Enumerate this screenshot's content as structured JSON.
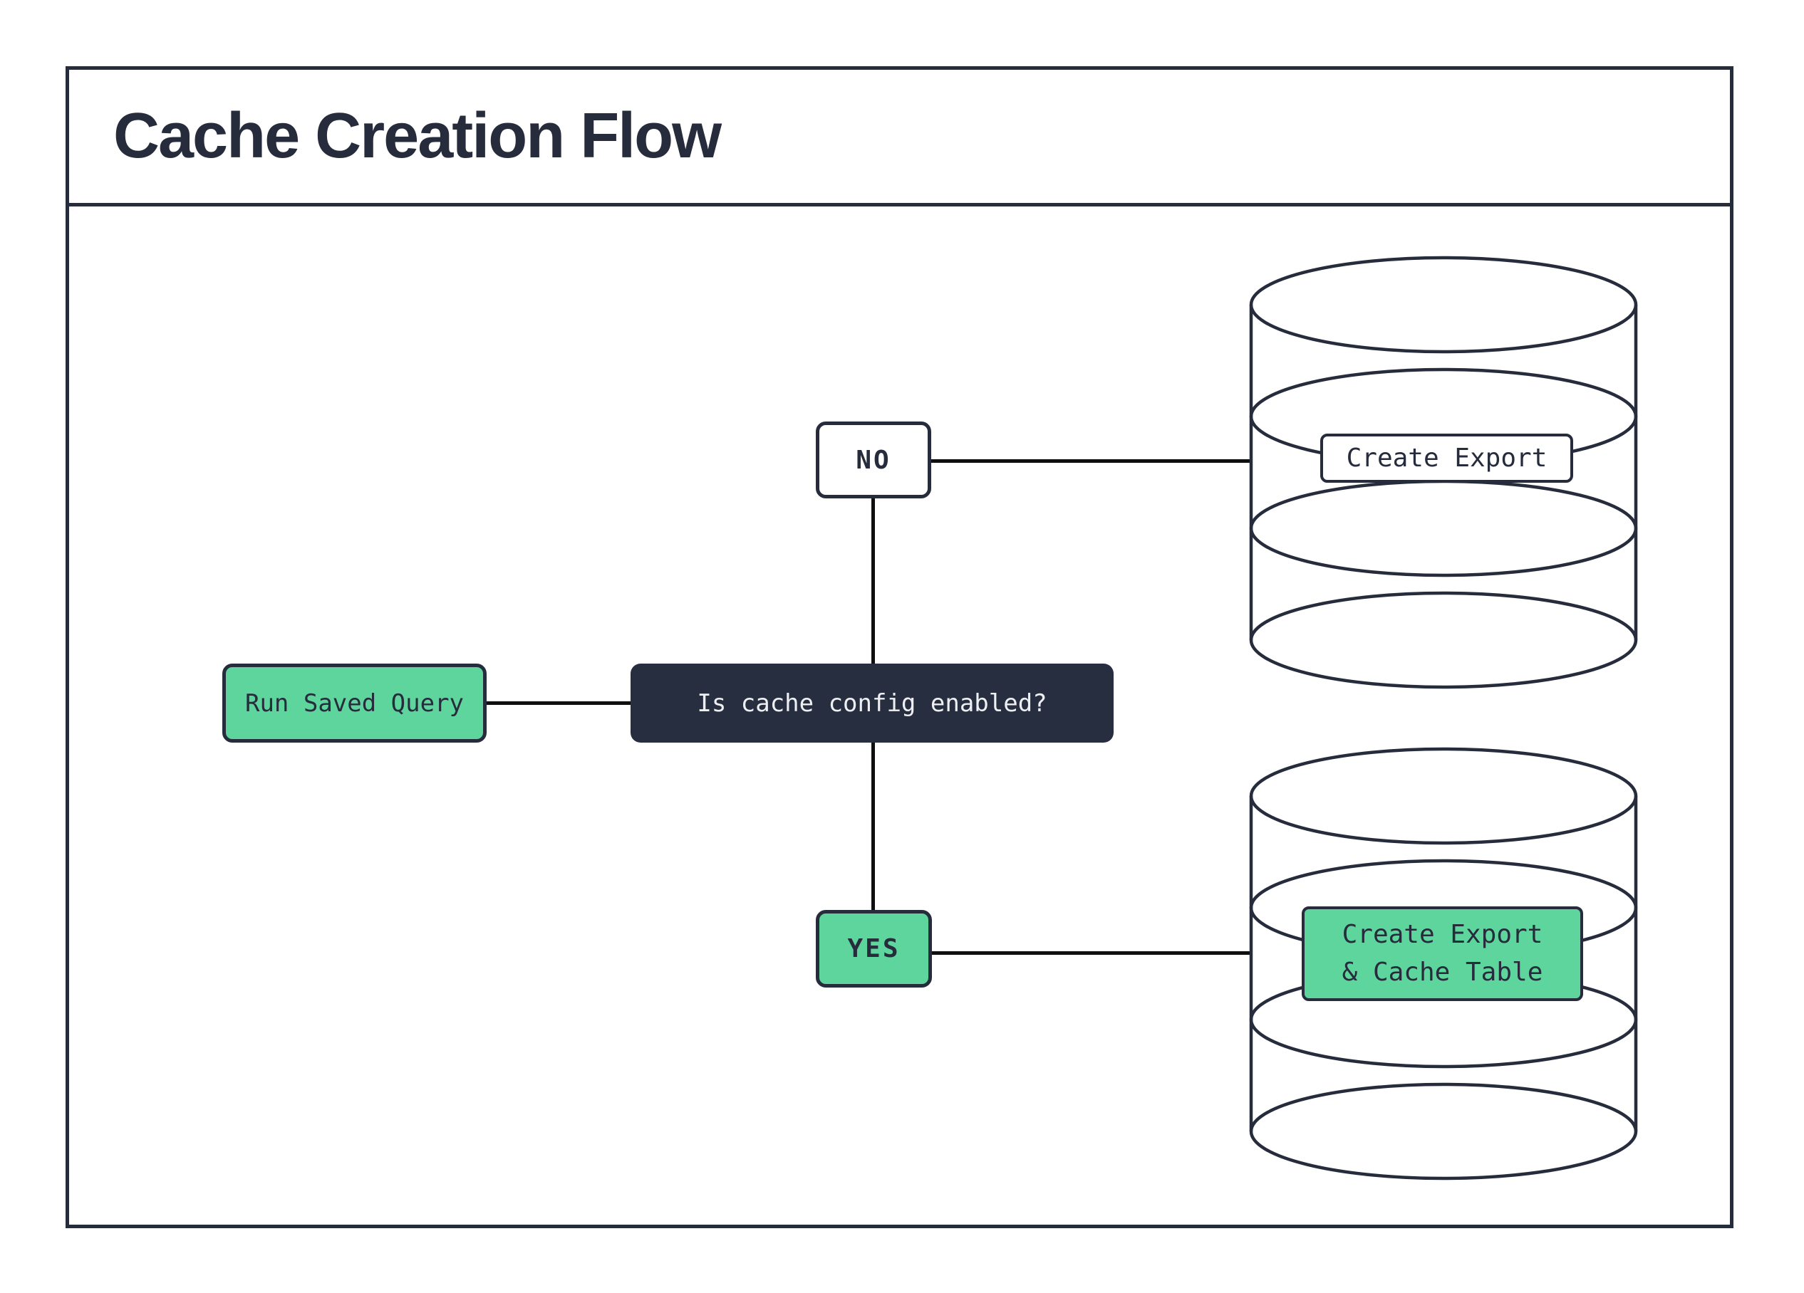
{
  "header": {
    "title": "Cache Creation Flow"
  },
  "nodes": {
    "start": {
      "label": "Run Saved Query"
    },
    "decision": {
      "label": "Is cache config enabled?"
    },
    "no_branch": {
      "label": "NO"
    },
    "yes_branch": {
      "label": "YES"
    },
    "no_outcome": {
      "label": "Create Export"
    },
    "yes_outcome": {
      "line1": "Create Export",
      "line2": "& Cache Table"
    }
  },
  "colors": {
    "navy": "#262C3C",
    "decision_fill": "#272E40",
    "green": "#5ED59C",
    "text_on_dark": "#EDEFF2",
    "connector": "#0F0F0F",
    "background": "#FFFFFF"
  }
}
